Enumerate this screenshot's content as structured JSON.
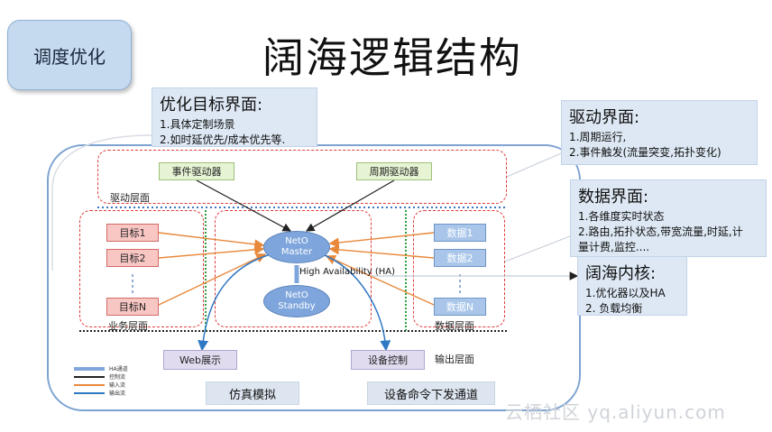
{
  "tag": {
    "label": "调度优化"
  },
  "title": "阔海逻辑结构",
  "layers": {
    "drive": "驱动层面",
    "business": "业务层面",
    "data": "数据层面",
    "output": "输出层面"
  },
  "drivers": {
    "event": "事件驱动器",
    "period": "周期驱动器"
  },
  "goals": [
    "目标1",
    "目标2",
    "目标N"
  ],
  "data_items": [
    "数据1",
    "数据2",
    "数据N"
  ],
  "core": {
    "master": [
      "NetO",
      "Master"
    ],
    "standby": [
      "NetO",
      "Standby"
    ],
    "ha_label": "High Availability (HA)"
  },
  "outputs": {
    "web": "Web展示",
    "control": "设备控制"
  },
  "callouts": {
    "goal": {
      "title": "优化目标界面:",
      "lines": [
        "1.具体定制场景",
        "2.如时延优先/成本优先等."
      ]
    },
    "drive": {
      "title": "驱动界面:",
      "lines": [
        "1.周期运行,",
        "2.事件触发(流量突变,拓扑变化)"
      ]
    },
    "data": {
      "title": "数据界面:",
      "lines": [
        "1.各维度实时状态",
        "2.路由,拓扑状态,带宽流量,时延,计",
        "量计费,监控...."
      ]
    },
    "core": {
      "title": "阔海内核:",
      "lines": [
        "1.优化器以及HA",
        "2. 负载均衡"
      ]
    }
  },
  "bottom": {
    "simulation": "仿真模拟",
    "command": "设备命令下发通道"
  },
  "legend": [
    "HA通道",
    "控制流",
    "输入流",
    "输出流"
  ],
  "watermark": "云栖社区 yq.aliyun.com",
  "colors": {
    "accent_blue": "#7fa6dc",
    "dash_red": "#e03a3a",
    "input_orange": "#e8883a",
    "output_blue": "#2f78c4",
    "divider_green": "#2e9e3e"
  }
}
